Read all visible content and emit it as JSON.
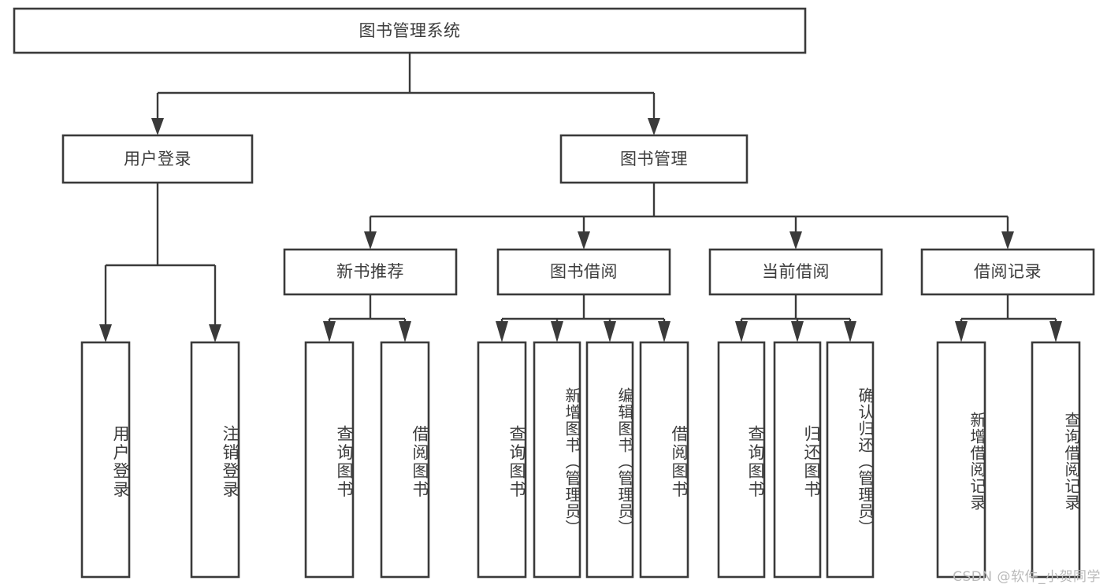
{
  "diagram": {
    "type": "tree-hierarchy",
    "title": "图书管理系统",
    "watermark": "CSDN @软件_小贺同学",
    "colors": {
      "stroke": "#3a3a3a",
      "node_fill": "#ffffff",
      "text": "#3c3c3c",
      "background": "#ffffff",
      "watermark": "#b9b9b9"
    },
    "root": {
      "label": "图书管理系统"
    },
    "level2": [
      {
        "label": "用户登录"
      },
      {
        "label": "图书管理"
      }
    ],
    "level3": [
      {
        "label": "新书推荐"
      },
      {
        "label": "图书借阅"
      },
      {
        "label": "当前借阅"
      },
      {
        "label": "借阅记录"
      }
    ],
    "leaves": {
      "user_login": [
        {
          "label": "用户登录"
        },
        {
          "label": "注销登录"
        }
      ],
      "new_book_recommend": [
        {
          "label": "查询图书"
        },
        {
          "label": "借阅图书"
        }
      ],
      "book_borrow": [
        {
          "label": "查询图书"
        },
        {
          "label": "新增图书（管理员）"
        },
        {
          "label": "编辑图书（管理员）"
        },
        {
          "label": "借阅图书"
        }
      ],
      "current_borrow": [
        {
          "label": "查询图书"
        },
        {
          "label": "归还图书"
        },
        {
          "label": "确认归还（管理员）"
        }
      ],
      "borrow_record": [
        {
          "label": "新增借阅记录"
        },
        {
          "label": "查询借阅记录"
        }
      ]
    }
  }
}
